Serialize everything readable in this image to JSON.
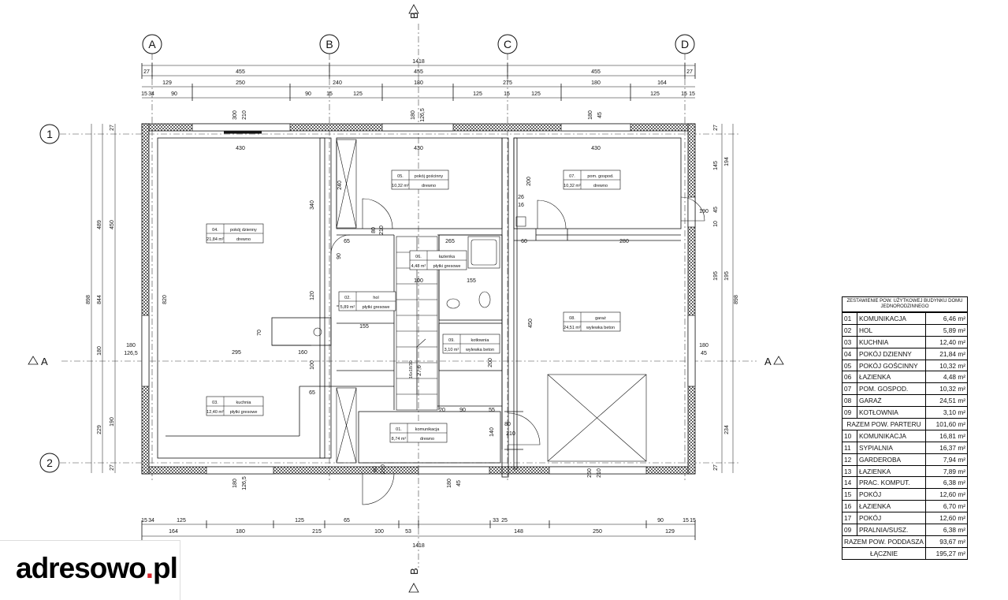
{
  "section_marks": {
    "top": "B",
    "bottom": "B",
    "left": "A",
    "right": "A"
  },
  "axes": {
    "columns": [
      "A",
      "B",
      "C",
      "D"
    ],
    "rows": [
      "1",
      "2"
    ]
  },
  "dimensions": {
    "overall": "1418",
    "top_row1": [
      "27",
      "455",
      "455",
      "455",
      "27"
    ],
    "top_row2": [
      "129",
      "250",
      "240",
      "180",
      "275",
      "180",
      "164"
    ],
    "top_row3": [
      "15",
      "34",
      "90",
      "90",
      "15",
      "125",
      "125",
      "15",
      "125",
      "125",
      "15",
      "15"
    ],
    "bottom_row1": [
      "15",
      "34",
      "164",
      "125",
      "180",
      "125",
      "215",
      "65",
      "100",
      "53",
      "33",
      "25",
      "148",
      "250",
      "90",
      "129",
      "15",
      "15"
    ],
    "left_outer": "898",
    "left_mid": [
      "489",
      "844",
      "180",
      "229"
    ],
    "left_inner": [
      "27",
      "450",
      "820",
      "190",
      "27"
    ],
    "right_outer": "898",
    "right_mid": [
      "194",
      "195",
      "234"
    ],
    "right_inner": [
      "27",
      "145",
      "45",
      "10",
      "180",
      "195",
      "27"
    ],
    "misc": [
      "430",
      "430",
      "430",
      "265",
      "280",
      "155",
      "155",
      "100",
      "295",
      "160",
      "240",
      "340",
      "120",
      "120",
      "70",
      "100",
      "80",
      "210",
      "60",
      "65",
      "65",
      "90",
      "90",
      "20",
      "55",
      "140",
      "80",
      "210",
      "26",
      "16",
      "200",
      "450",
      "200",
      "27,6",
      "180",
      "126,5",
      "45",
      "190",
      "250",
      "210",
      "300",
      "29",
      "15"
    ]
  },
  "rooms": [
    {
      "id": "04.",
      "name": "pokój dzienny",
      "area": "21,84 m²",
      "finish": "drewno"
    },
    {
      "id": "05.",
      "name": "pokój gościnny",
      "area": "10,32 m²",
      "finish": "drewno"
    },
    {
      "id": "07.",
      "name": "pom. gospod.",
      "area": "10,32 m²",
      "finish": "drewno"
    },
    {
      "id": "06.",
      "name": "łazienka",
      "area": "4,48 m²",
      "finish": "płytki gresowe"
    },
    {
      "id": "02.",
      "name": "hol",
      "area": "5,89 m²",
      "finish": "płytki gresowe"
    },
    {
      "id": "08.",
      "name": "garaż",
      "area": "24,51 m²",
      "finish": "wylewka beton"
    },
    {
      "id": "09.",
      "name": "kotłownia",
      "area": "3,10 m²",
      "finish": "wylewka beton"
    },
    {
      "id": "03.",
      "name": "kuchnia",
      "area": "12,40 m²",
      "finish": "płytki gresowe"
    },
    {
      "id": "01.",
      "name": "komunikacja",
      "area": "8,74 m²",
      "finish": "drewno"
    }
  ],
  "stairs_label": "16x18/30",
  "summary": {
    "title": "ZESTAWIENIE POW. UŻYTKOWEJ BUDYNKU DOMU JEDNORODZINNEGO",
    "rows": [
      {
        "no": "01",
        "name": "KOMUNIKACJA",
        "area": "6,46 m²"
      },
      {
        "no": "02",
        "name": "HOL",
        "area": "5,89 m²"
      },
      {
        "no": "03",
        "name": "KUCHNIA",
        "area": "12,40 m²"
      },
      {
        "no": "04",
        "name": "POKÓJ DZIENNY",
        "area": "21,84 m²"
      },
      {
        "no": "05",
        "name": "POKÓJ GOŚCINNY",
        "area": "10,32 m²"
      },
      {
        "no": "06",
        "name": "ŁAZIENKA",
        "area": "4,48 m²"
      },
      {
        "no": "07",
        "name": "POM. GOSPOD.",
        "area": "10,32 m²"
      },
      {
        "no": "08",
        "name": "GARAŻ",
        "area": "24,51 m²"
      },
      {
        "no": "09",
        "name": "KOTŁOWNIA",
        "area": "3,10 m²"
      },
      {
        "total": "RAZEM POW. PARTERU",
        "area": "101,60 m²"
      },
      {
        "no": "10",
        "name": "KOMUNIKACJA",
        "area": "16,81 m²"
      },
      {
        "no": "11",
        "name": "SYPIALNIA",
        "area": "16,37 m²"
      },
      {
        "no": "12",
        "name": "GARDEROBA",
        "area": "7,94 m²"
      },
      {
        "no": "13",
        "name": "ŁAZIENKA",
        "area": "7,89 m²"
      },
      {
        "no": "14",
        "name": "PRAC. KOMPUT.",
        "area": "6,38 m²"
      },
      {
        "no": "15",
        "name": "POKÓJ",
        "area": "12,60 m²"
      },
      {
        "no": "16",
        "name": "ŁAZIENKA",
        "area": "6,70 m²"
      },
      {
        "no": "17",
        "name": "POKÓJ",
        "area": "12,60 m²"
      },
      {
        "no": "09",
        "name": "PRALNIA/SUSZ.",
        "area": "6,38 m²"
      },
      {
        "total": "RAZEM POW. PODDASZA",
        "area": "93,67 m²"
      },
      {
        "total": "ŁĄCZNIE",
        "area": "195,27 m²"
      }
    ]
  },
  "logo": {
    "text_main": "adresowo",
    "text_dot": ".",
    "text_tld": "pl"
  }
}
